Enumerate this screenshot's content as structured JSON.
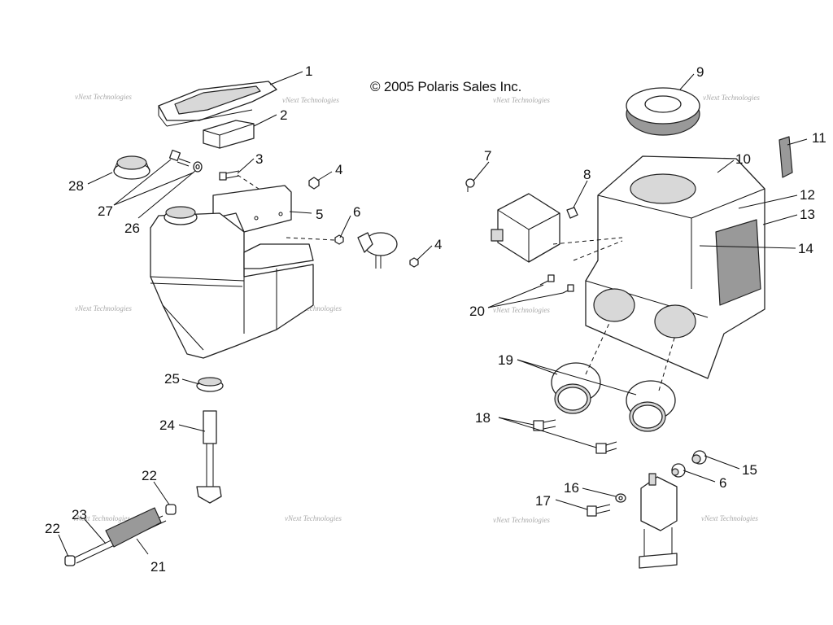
{
  "copyright": "© 2005 Polaris Sales Inc.",
  "watermark": "vNext Technologies",
  "callouts": {
    "c1": "1",
    "c2": "2",
    "c3": "3",
    "c4a": "4",
    "c4b": "4",
    "c5": "5",
    "c6a": "6",
    "c6b": "6",
    "c7": "7",
    "c8": "8",
    "c9": "9",
    "c10": "10",
    "c11": "11",
    "c12": "12",
    "c13": "13",
    "c14": "14",
    "c15": "15",
    "c16": "16",
    "c17": "17",
    "c18": "18",
    "c19": "19",
    "c20": "20",
    "c21": "21",
    "c22a": "22",
    "c22b": "22",
    "c23": "23",
    "c24": "24",
    "c25": "25",
    "c26": "26",
    "c27": "27",
    "c28": "28"
  }
}
